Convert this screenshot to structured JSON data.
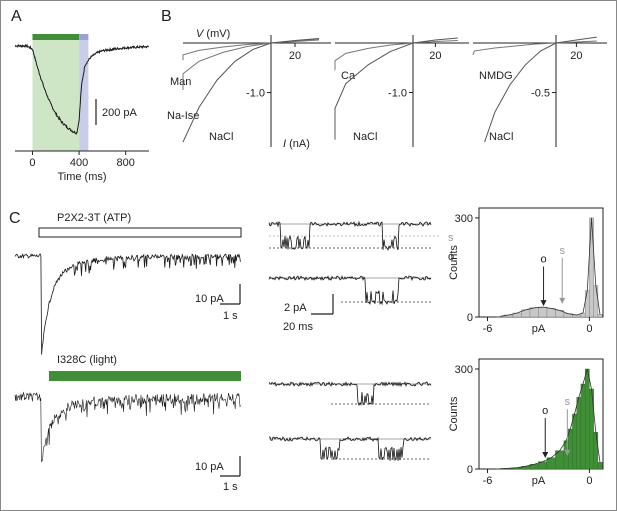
{
  "panels": {
    "a": "A",
    "b": "B",
    "c": "C"
  },
  "colors": {
    "green": "#3f8f36",
    "green_fill": "#cfe6c6",
    "blue_fill": "#c9cde9",
    "grey": "#c8c8c8",
    "dark": "#1a1a1a",
    "open_label": "#222222",
    "sub_label": "#999999"
  },
  "chart_data": [
    {
      "id": "A",
      "type": "line",
      "xlabel": "Time (ms)",
      "xticks": [
        0,
        400,
        800
      ],
      "xlim": [
        -150,
        1000
      ],
      "ylim": [
        -650,
        30
      ],
      "x": [
        -150,
        -100,
        -50,
        0,
        50,
        100,
        150,
        200,
        250,
        300,
        350,
        380,
        400,
        420,
        450,
        500,
        550,
        600,
        700,
        800,
        900,
        1000
      ],
      "y": [
        0,
        0,
        0,
        -20,
        -150,
        -260,
        -350,
        -420,
        -470,
        -505,
        -530,
        -540,
        -460,
        -250,
        -120,
        -70,
        -45,
        -30,
        -20,
        -12,
        -8,
        -5
      ],
      "stimulus_bars": [
        {
          "start": 0,
          "end": 400,
          "color": "green"
        },
        {
          "start": 400,
          "end": 480,
          "color": "blue"
        }
      ],
      "scalebar": "200 pA"
    },
    {
      "id": "B1",
      "type": "line",
      "xlabel": "V (mV)",
      "ylabel": "I (nA)",
      "xtick_label": "20",
      "ytick_label": "-1.0",
      "xlim": [
        -110,
        50
      ],
      "ylim": [
        -2.1,
        0.1
      ],
      "series": [
        {
          "name": "Man",
          "x": [
            -100,
            -80,
            -60,
            -40,
            -20,
            0,
            20,
            40
          ],
          "y": [
            -0.35,
            -0.24,
            -0.15,
            -0.08,
            -0.03,
            0.0,
            0.03,
            0.06
          ]
        },
        {
          "name": "Na-Ise",
          "x": [
            -100,
            -80,
            -60,
            -40,
            -20,
            0,
            20,
            40
          ],
          "y": [
            -0.95,
            -0.62,
            -0.37,
            -0.19,
            -0.07,
            0.0,
            0.04,
            0.08
          ]
        },
        {
          "name": "NaCl",
          "x": [
            -75,
            -60,
            -45,
            -30,
            -15,
            0,
            20,
            40
          ],
          "y": [
            -2.0,
            -1.3,
            -0.75,
            -0.37,
            -0.13,
            0.0,
            0.05,
            0.09
          ]
        }
      ]
    },
    {
      "id": "B2",
      "type": "line",
      "xtick_label": "20",
      "ytick_label": "-1.0",
      "xlim": [
        -110,
        50
      ],
      "ylim": [
        -2.1,
        0.1
      ],
      "series": [
        {
          "name": "Ca",
          "x": [
            -100,
            -80,
            -60,
            -40,
            -20,
            0,
            20,
            40
          ],
          "y": [
            -0.55,
            -0.36,
            -0.21,
            -0.11,
            -0.04,
            0.0,
            0.03,
            0.05
          ]
        },
        {
          "name": "NaCl",
          "x": [
            -100,
            -80,
            -60,
            -40,
            -20,
            0,
            20,
            40
          ],
          "y": [
            -1.95,
            -1.32,
            -0.82,
            -0.44,
            -0.17,
            0.0,
            0.06,
            0.1
          ]
        }
      ]
    },
    {
      "id": "B3",
      "type": "line",
      "xtick_label": "20",
      "ytick_label": "-0.5",
      "xlim": [
        -110,
        50
      ],
      "ylim": [
        -1.05,
        0.05
      ],
      "series": [
        {
          "name": "NMDG",
          "x": [
            -100,
            -80,
            -60,
            -40,
            -20,
            0,
            20,
            40
          ],
          "y": [
            -0.12,
            -0.08,
            -0.05,
            -0.03,
            -0.01,
            0.0,
            0.01,
            0.02
          ]
        },
        {
          "name": "NaCl",
          "x": [
            -70,
            -60,
            -45,
            -30,
            -15,
            0,
            20,
            40
          ],
          "y": [
            -1.0,
            -0.7,
            -0.42,
            -0.22,
            -0.08,
            0.0,
            0.03,
            0.06
          ]
        }
      ]
    },
    {
      "id": "C_hist_atp",
      "type": "bar",
      "xlabel": "pA",
      "ylabel": "Counts",
      "xticks": [
        -6,
        0
      ],
      "yticks": [
        0,
        300
      ],
      "xlim": [
        -6.5,
        0.8
      ],
      "ylim": [
        0,
        330
      ],
      "bins": [
        -5.5,
        -5.0,
        -4.5,
        -4.0,
        -3.5,
        -3.0,
        -2.5,
        -2.0,
        -1.5,
        -1.0,
        -0.5,
        -0.25,
        0.0,
        0.25,
        0.5
      ],
      "counts": [
        2,
        6,
        12,
        22,
        28,
        30,
        26,
        20,
        10,
        6,
        12,
        80,
        300,
        95,
        8
      ],
      "markers": [
        {
          "label": "o",
          "x": -2.7
        },
        {
          "label": "s",
          "x": -1.6
        }
      ]
    },
    {
      "id": "C_hist_light",
      "type": "bar",
      "xlabel": "pA",
      "ylabel": "Counts",
      "xticks": [
        -6,
        0
      ],
      "yticks": [
        0,
        300
      ],
      "xlim": [
        -6.5,
        0.8
      ],
      "ylim": [
        0,
        330
      ],
      "bins": [
        -5.5,
        -5.0,
        -4.5,
        -4.0,
        -3.5,
        -3.0,
        -2.5,
        -2.0,
        -1.5,
        -1.25,
        -1.0,
        -0.75,
        -0.5,
        -0.25,
        0.0,
        0.25,
        0.5
      ],
      "counts": [
        1,
        2,
        4,
        8,
        14,
        22,
        34,
        55,
        85,
        120,
        165,
        215,
        255,
        300,
        240,
        110,
        20
      ],
      "markers": [
        {
          "label": "o",
          "x": -2.6
        },
        {
          "label": "s",
          "x": -1.3
        }
      ]
    }
  ],
  "panel_c": {
    "atp_title": "P2X2-3T (ATP)",
    "light_title": "I328C (light)",
    "scale_i_atp": "10 pA",
    "scale_t_atp": "1 s",
    "scale_i_light": "10 pA",
    "scale_t_light": "1 s",
    "scale_i_zoom": "2 pA",
    "scale_t_zoom": "20 ms",
    "level_s": "s",
    "level_o": "o"
  },
  "b_labels": {
    "v_axis": "V (mV)",
    "i_axis": "I (nA)"
  }
}
